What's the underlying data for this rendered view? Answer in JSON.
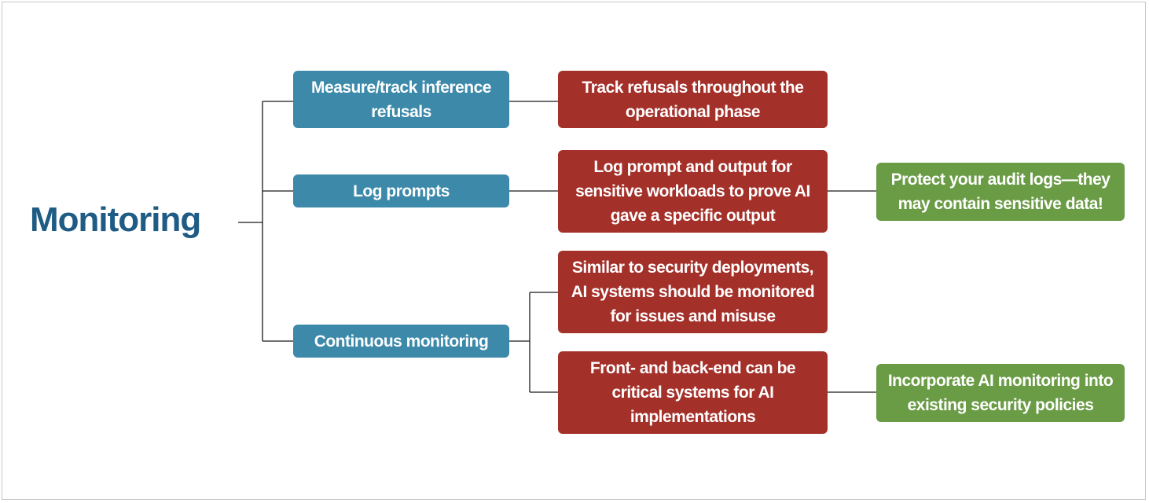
{
  "root": {
    "title": "Monitoring"
  },
  "branches": [
    {
      "label": "Measure/track inference refusals",
      "details": [
        {
          "text": "Track refusals throughout the operational phase"
        }
      ]
    },
    {
      "label": "Log prompts",
      "details": [
        {
          "text": "Log prompt and output for sensitive workloads to prove AI gave a specific output",
          "note": "Protect your audit logs—they may contain sensitive data!"
        }
      ]
    },
    {
      "label": "Continuous monitoring",
      "details": [
        {
          "text": "Similar to security deployments, AI systems should be monitored for issues and misuse"
        },
        {
          "text": "Front- and back-end can be critical systems for AI implementations",
          "note": "Incorporate AI monitoring into existing security policies"
        }
      ]
    }
  ],
  "colors": {
    "root_text": "#1f5c85",
    "branch_fill": "#3c89aa",
    "detail_fill": "#a4302a",
    "note_fill": "#6a9b45",
    "node_text": "#ffffff",
    "connector": "#1a1a1a"
  }
}
